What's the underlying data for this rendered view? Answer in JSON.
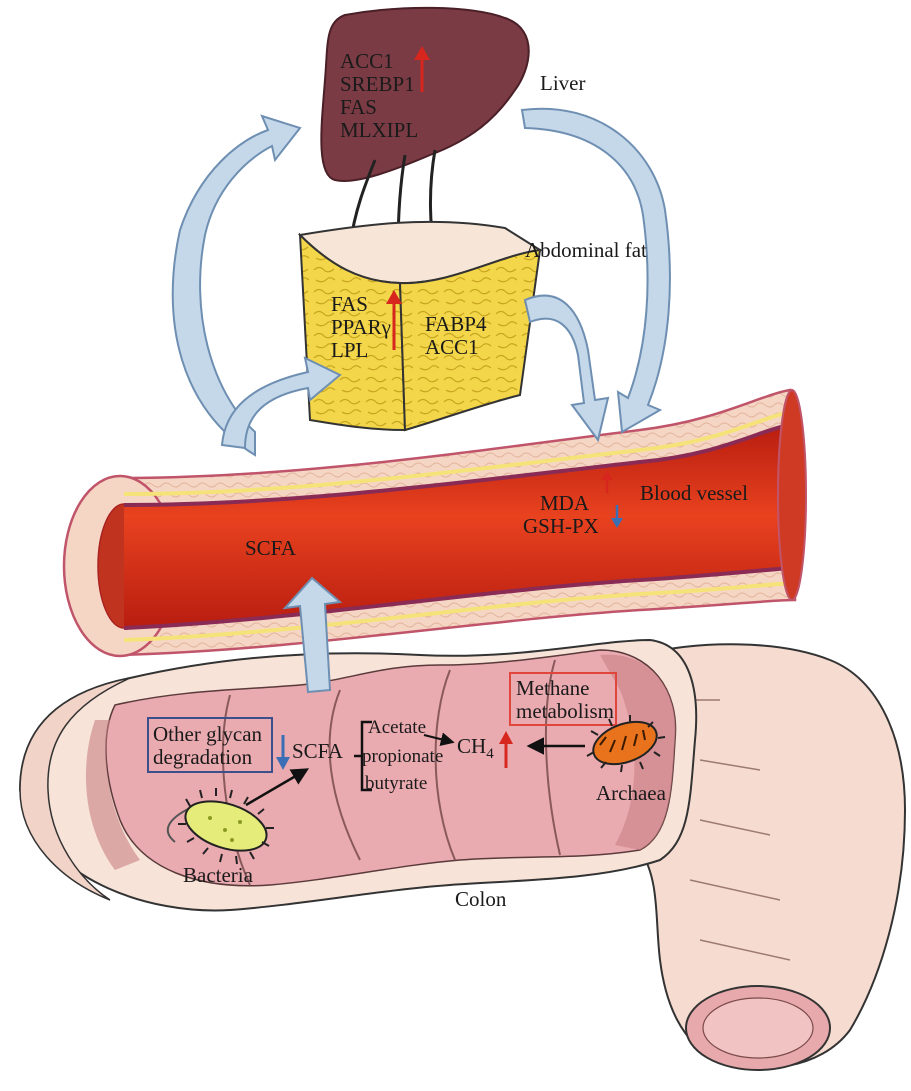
{
  "liver": {
    "label": "Liver",
    "genes": [
      "ACC1",
      "SREBP1",
      "FAS",
      "MLXIPL"
    ],
    "trend": "up"
  },
  "abdominal_fat": {
    "label": "Abdominal fat",
    "genes_left": [
      "FAS",
      "PPARγ",
      "LPL"
    ],
    "genes_right": [
      "FABP4",
      "ACC1"
    ],
    "trend": "up"
  },
  "blood_vessel": {
    "label": "Blood vessel",
    "markers": [
      {
        "name": "MDA",
        "trend": "up"
      },
      {
        "name": "GSH-PX",
        "trend": "down"
      }
    ],
    "scfa_label": "SCFA"
  },
  "colon": {
    "label": "Colon",
    "glycan_box": [
      "Other glycan",
      "degradation"
    ],
    "glycan_trend": "down",
    "scfa_label": "SCFA",
    "scfa_types": [
      "Acetate",
      "propionate",
      "butyrate"
    ],
    "methane_box": [
      "Methane",
      "metabolism"
    ],
    "ch4_label": "CH",
    "ch4_subscript": "4",
    "ch4_trend": "up",
    "bacteria_label": "Bacteria",
    "archaea_label": "Archaea"
  },
  "colors": {
    "up_arrow": "#d7261e",
    "down_arrow": "#3a6fb5",
    "flow_arrow_fill": "#c5d8ea",
    "flow_arrow_stroke": "#6e8fb2",
    "liver": "#7a3b44",
    "fat": "#f2d94e",
    "vessel_lumen": "#e23a1f",
    "vessel_wall": "#f4c9b8",
    "colon": "#e8a9ac",
    "colon_dark": "#c98086",
    "glycan_box": "#3b4f8c",
    "methane_box": "#e0463b"
  }
}
